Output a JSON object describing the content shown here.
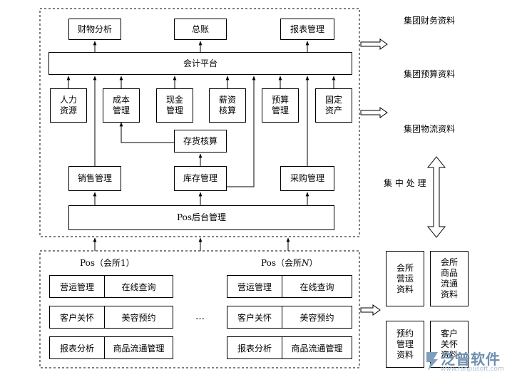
{
  "top": {
    "finance_analysis": "财物分析",
    "ledger": "总账",
    "report_mgmt": "报表管理",
    "accounting_platform": "会计平台",
    "modules": [
      "人力\n资源",
      "成本\n管理",
      "现金\n管理",
      "薪资\n核算",
      "预算\n管理",
      "固定\n资产"
    ],
    "inventory_accounting": "存货核算",
    "sales_mgmt": "销售管理",
    "stock_mgmt": "库存管理",
    "purchase_mgmt": "采购管理",
    "pos_backend": "Pos后台管理"
  },
  "right": {
    "group_finance": "集团财务资料",
    "group_budget": "集团预算资料",
    "group_logistics": "集团物流资料",
    "central_processing": "集\n中\n处\n理",
    "club_ops": "会所\n营运\n资料",
    "club_goods": "会所\n商品\n流通\n资料",
    "booking_mgmt": "预约\n管理\n资料",
    "customer_care_data": "客户\n关怀\n资料"
  },
  "clubs": {
    "club1_prefix": "Pos（会所",
    "club1_index": "1",
    "clubN_prefix": "Pos（会所",
    "clubN_index": "N",
    "close_paren": "）",
    "ellipsis": "…",
    "ops": "营运管理",
    "online": "在线查询",
    "customer_care": "客户关怀",
    "beauty_booking": "美容预约",
    "report_analysis": "报表分析",
    "goods_flow": "商品流通管理"
  },
  "watermark": {
    "name": "泛普软件",
    "url": "www.fanpusoft.com"
  }
}
